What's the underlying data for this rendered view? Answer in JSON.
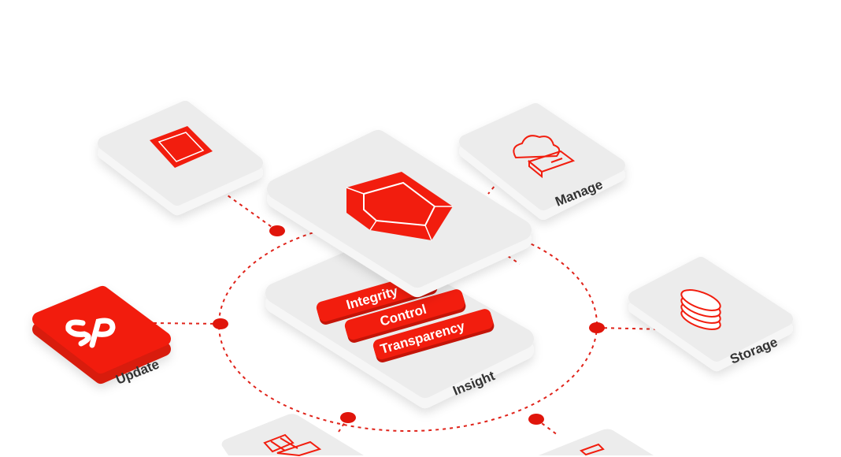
{
  "colors": {
    "accent": "#f21d0e",
    "tile": "#ececec",
    "tile_side": "#f7f7f7",
    "label": "#333333"
  },
  "nodes": {
    "manage": {
      "label": "Manage",
      "icon": "cloud-server-icon"
    },
    "storage": {
      "label": "Storage",
      "icon": "database-icon"
    },
    "update": {
      "label": "Update",
      "logo": "SP"
    },
    "insight": {
      "label": "Insight",
      "pills": [
        "Integrity",
        "Control",
        "Transparency"
      ]
    },
    "core": {
      "icon": "gem-icon"
    },
    "top_left": {
      "icon": "gem-icon"
    },
    "bottom_left": {
      "icon": "building-icon"
    },
    "bottom_right": {
      "icon": "chart-icon"
    }
  }
}
